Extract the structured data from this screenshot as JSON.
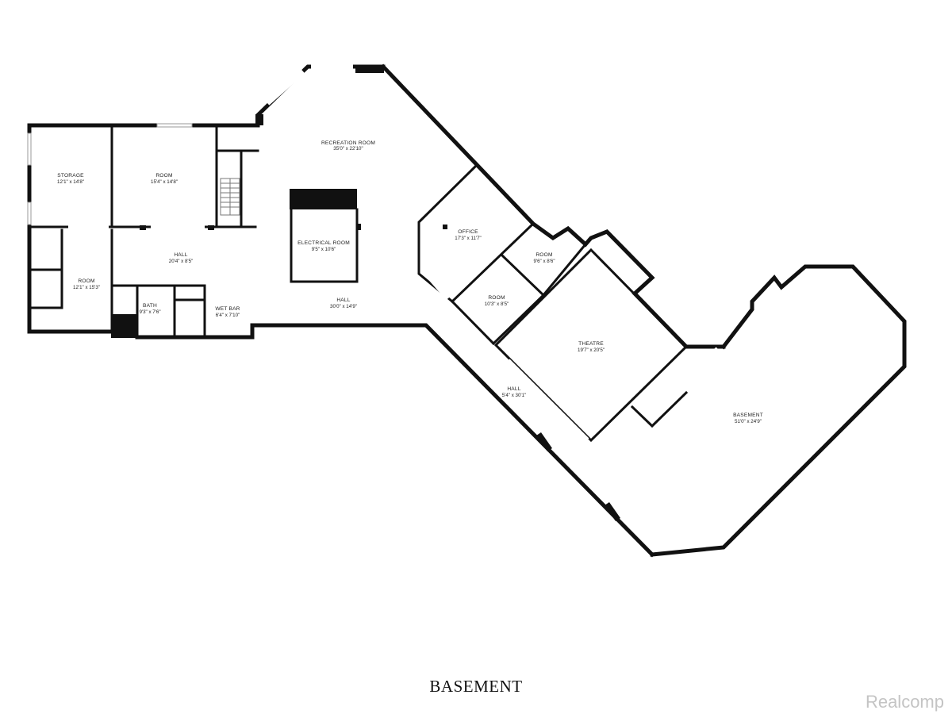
{
  "level_title": "BASEMENT",
  "watermark": "Realcomp",
  "rooms": {
    "recreation_room": {
      "name": "RECREATION ROOM",
      "dims": "35'0\" x 22'10\""
    },
    "storage": {
      "name": "STORAGE",
      "dims": "12'1\" x 14'8\""
    },
    "room_top": {
      "name": "ROOM",
      "dims": "15'4\" x 14'8\""
    },
    "electrical_room": {
      "name": "ELECTRICAL ROOM",
      "dims": "9'5\" x 10'6\""
    },
    "hall_left": {
      "name": "HALL",
      "dims": "20'4\" x 8'5\""
    },
    "room_left": {
      "name": "ROOM",
      "dims": "12'1\" x 15'3\""
    },
    "bath": {
      "name": "BATH",
      "dims": "9'3\" x 7'6\""
    },
    "wet_bar": {
      "name": "WET BAR",
      "dims": "6'4\" x 7'10\""
    },
    "hall_center": {
      "name": "HALL",
      "dims": "30'0\" x 14'9\""
    },
    "office": {
      "name": "OFFICE",
      "dims": "17'3\" x 11'7\""
    },
    "room_small_right": {
      "name": "ROOM",
      "dims": "9'6\" x 8'6\""
    },
    "room_small_left": {
      "name": "ROOM",
      "dims": "10'3\" x 8'5\""
    },
    "theatre": {
      "name": "THEATRE",
      "dims": "19'7\" x 20'5\""
    },
    "hall_diagonal": {
      "name": "HALL",
      "dims": "5'4\" x 30'1\""
    },
    "basement": {
      "name": "BASEMENT",
      "dims": "51'0\" x 24'9\""
    }
  }
}
